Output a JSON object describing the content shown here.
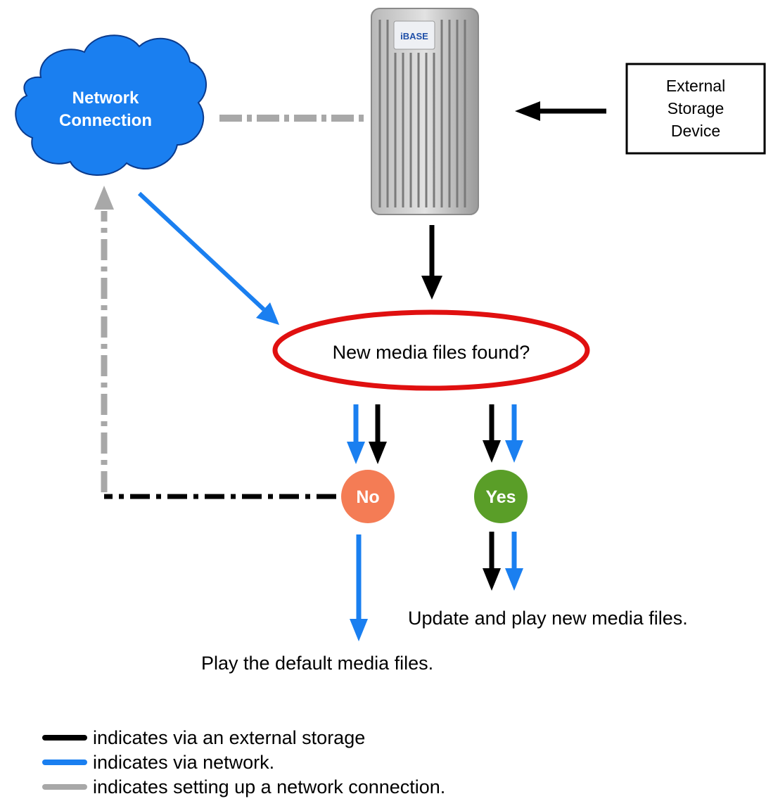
{
  "cloud": {
    "line1": "Network",
    "line2": "Connection"
  },
  "device": {
    "brand": "iBASE"
  },
  "external_storage": {
    "line1": "External",
    "line2": "Storage",
    "line3": "Device"
  },
  "decision": {
    "question": "New media files found?"
  },
  "no_node": {
    "label": "No"
  },
  "yes_node": {
    "label": "Yes"
  },
  "outcomes": {
    "yes": "Update and play new media files.",
    "no": "Play the default media files."
  },
  "legend": [
    {
      "text": "indicates via an external storage",
      "color": "#000000"
    },
    {
      "text": "indicates via network.",
      "color": "#1a7ff0"
    },
    {
      "text": "indicates setting up a network connection.",
      "color": "#a8a8a8"
    }
  ],
  "colors": {
    "network_blue": "#1a7ff0",
    "storage_black": "#000000",
    "setup_gray": "#a8a8a8",
    "decision_red": "#e01010",
    "no_orange": "#f47c55",
    "yes_green": "#5a9e28"
  }
}
